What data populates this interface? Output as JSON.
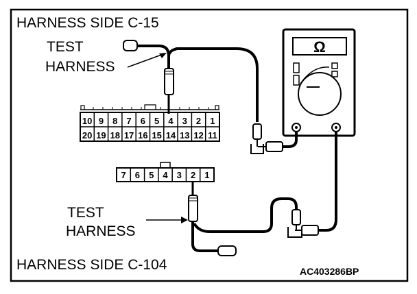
{
  "labels": {
    "top_harness": "HARNESS SIDE C-15",
    "bottom_harness": "HARNESS SIDE C-104",
    "test_word": "TEST",
    "harness_word": "HARNESS",
    "figure_code": "AC403286BP"
  },
  "meter": {
    "symbol": "Ω"
  },
  "connector_c15": {
    "upper_pins": [
      "10",
      "9",
      "8",
      "7",
      "6",
      "5",
      "4",
      "3",
      "2",
      "1"
    ],
    "lower_pins": [
      "20",
      "19",
      "18",
      "17",
      "16",
      "15",
      "14",
      "13",
      "12",
      "11"
    ],
    "probed_pin": "4"
  },
  "connector_c104": {
    "pins": [
      "7",
      "6",
      "5",
      "4",
      "3",
      "2",
      "1"
    ],
    "probed_pin": "2"
  }
}
